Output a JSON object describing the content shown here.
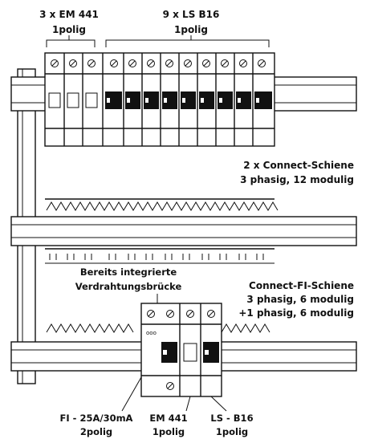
{
  "labels": {
    "em441_group_line1": "3 x EM 441",
    "em441_group_line2": "1polig",
    "ls_group_line1": "9 x LS B16",
    "ls_group_line2": "1polig",
    "connect_rail_line1": "2 x Connect-Schiene",
    "connect_rail_line2": "3 phasig, 12 modulig",
    "bridge_line1": "Bereits integrierte",
    "bridge_line2": "Verdrahtungsbrücke",
    "fi_rail_line1": "Connect-FI-Schiene",
    "fi_rail_line2": "3 phasig, 6 modulig",
    "fi_rail_line3": "+1 phasig, 6 modulig",
    "fi_label_line1": "FI - 25A/30mA",
    "fi_label_line2": "2polig",
    "em_label_line1": "EM 441",
    "em_label_line2": "1polig",
    "ls_label_line1": "LS - B16",
    "ls_label_line2": "1polig"
  },
  "counts": {
    "em441_modules": 3,
    "ls_modules": 9
  },
  "colors": {
    "line": "#111111",
    "background": "#ffffff",
    "toggle_dark": "#111111"
  }
}
